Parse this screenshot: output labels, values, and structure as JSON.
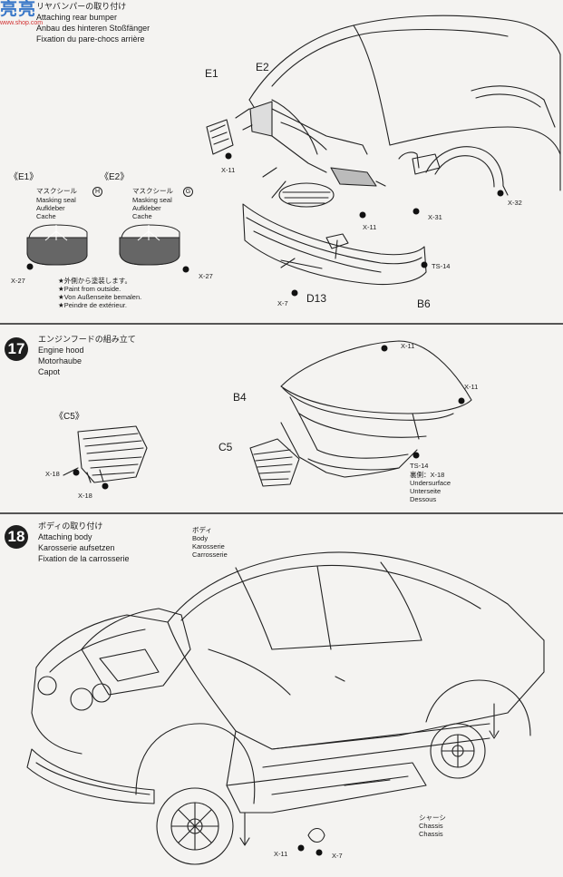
{
  "watermark": {
    "main": "亮亮",
    "sub": "www.shop.com"
  },
  "step16": {
    "title_jp": "リヤバンパーの取り付け",
    "title_en": "Attaching rear bumper",
    "title_de": "Anbau des hinteren Stoßfänger",
    "title_fr": "Fixation du pare-chocs arrière",
    "part_labels": [
      "E1",
      "E2",
      "B6",
      "D13"
    ],
    "seal_left_header": "《E1》",
    "seal_right_header": "《E2》",
    "seal_left": {
      "jp": "マスクシール",
      "badge": "H",
      "en": "Masking seal",
      "de": "Aufkleber",
      "fr": "Cache"
    },
    "seal_right": {
      "jp": "マスクシール",
      "badge": "G",
      "en": "Masking seal",
      "de": "Aufkleber",
      "fr": "Cache"
    },
    "paint_notes": [
      "★外側から塗装します。",
      "★Paint from outside.",
      "★Von Außenseite bemalen.",
      "★Peindre de extérieur."
    ],
    "color_codes": [
      "X-27",
      "X-27",
      "X-11",
      "X-11",
      "X-31",
      "X-32",
      "TS-14",
      "X-7"
    ]
  },
  "step17": {
    "number": "17",
    "title_jp": "エンジンフードの組み立て",
    "title_en": "Engine hood",
    "title_de": "Motorhaube",
    "title_fr": "Capot",
    "part_header": "《C5》",
    "part_labels": [
      "B4",
      "C5"
    ],
    "color_codes": [
      "X-11",
      "X-11",
      "X-18",
      "X-18",
      "TS-14"
    ],
    "underside": {
      "jp": "裏側：X-18",
      "en": "Undersurface",
      "de": "Unterseite",
      "fr": "Dessous"
    }
  },
  "step18": {
    "number": "18",
    "title_jp": "ボディの取り付け",
    "title_en": "Attaching body",
    "title_de": "Karosserie aufsetzen",
    "title_fr": "Fixation de la carrosserie",
    "body_label": {
      "jp": "ボディ",
      "en": "Body",
      "de": "Karosserie",
      "fr": "Carrosserie"
    },
    "chassis_label": {
      "jp": "シャーシ",
      "en": "Chassis",
      "de": "Chassis",
      "fr": "Châssis"
    },
    "color_codes": [
      "X-11",
      "X-7"
    ]
  }
}
